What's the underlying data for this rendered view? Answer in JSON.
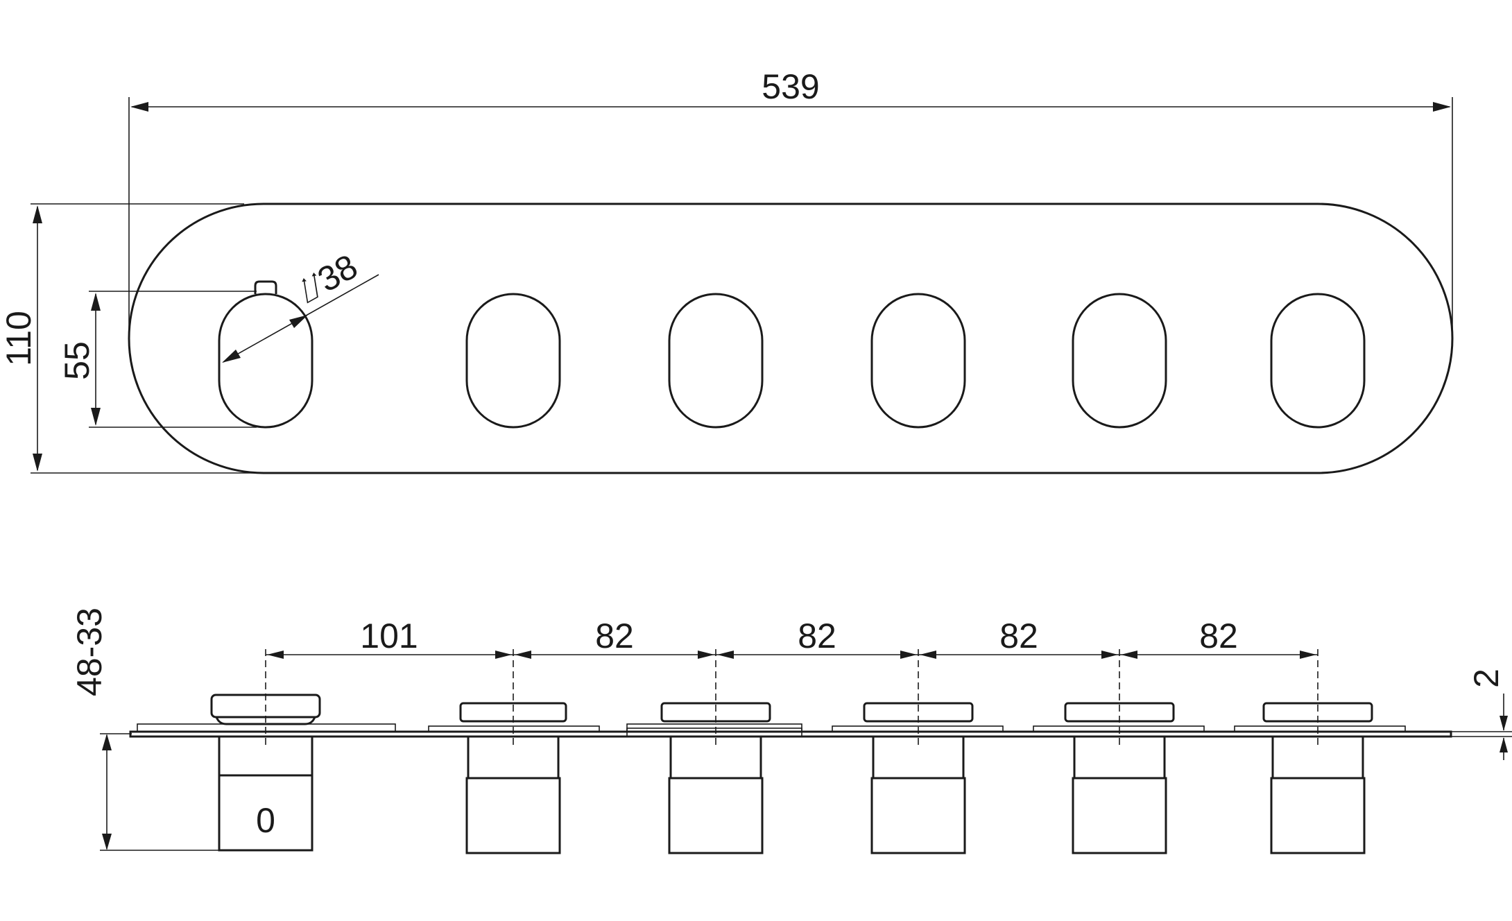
{
  "drawing": {
    "line_color": "#1a1a1a",
    "background": "#ffffff"
  },
  "dimensions": {
    "overall_width": "539",
    "overall_height": "110",
    "knob_height": "55",
    "knob_diameter": "⌰38",
    "depth_range": "48-33",
    "offset": "2",
    "first_spacing": "101",
    "spacing_1": "82",
    "spacing_2": "82",
    "spacing_3": "82",
    "spacing_4": "82"
  },
  "side_view": {
    "knob_marking": "0"
  }
}
